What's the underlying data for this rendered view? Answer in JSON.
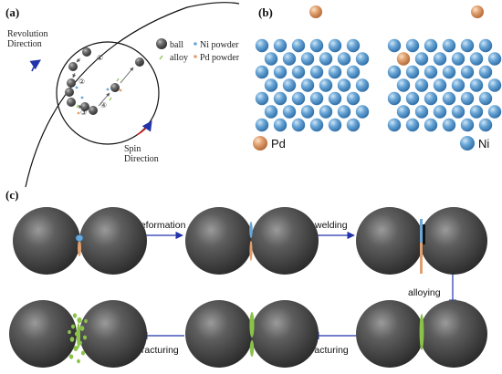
{
  "panels": {
    "a": {
      "label": "(a)",
      "revolution_direction": [
        "Revolution",
        "Direction"
      ],
      "spin_direction": [
        "Spin",
        "Direction"
      ],
      "legend": {
        "ball": "ball",
        "ni_powder": "Ni powder",
        "alloy": "alloy",
        "pd_powder": "Pd powder"
      },
      "steps": [
        "①",
        "②",
        "③",
        "④",
        "⑤"
      ]
    },
    "b": {
      "label": "(b)",
      "pd_label": "Pd",
      "ni_label": "Ni"
    },
    "c": {
      "label": "(c)",
      "stages": {
        "deformation": "deformation",
        "welding": "welding",
        "alloying": "alloying",
        "fracturing_1": "fracturing",
        "fracturing_2": "fracturing"
      }
    }
  },
  "colors": {
    "ni": "#6aa6d6",
    "pd": "#e0a070",
    "alloy": "#8bc34a",
    "arrow": "#2233aa",
    "ball": "#4a4a4a"
  }
}
